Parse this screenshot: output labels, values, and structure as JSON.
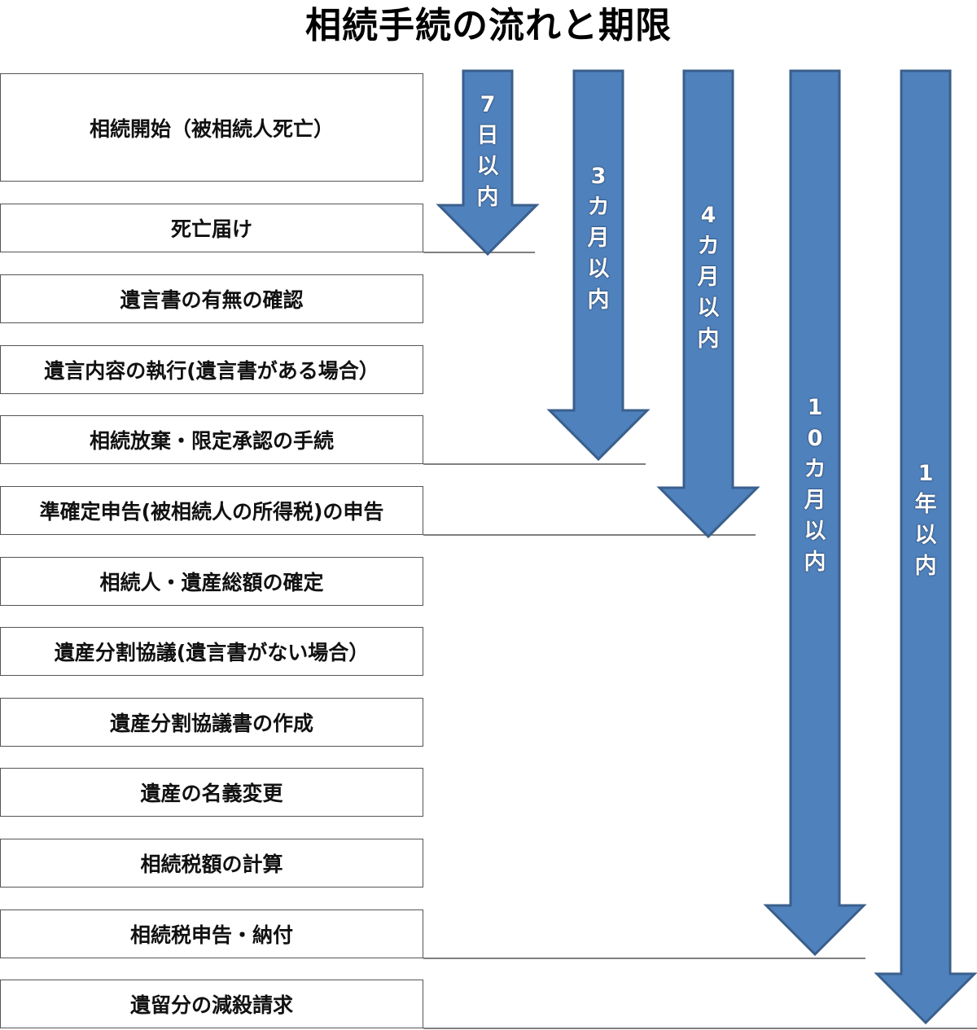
{
  "title": "相続手続の流れと期限",
  "colors": {
    "arrow_fill": "#4f81bd",
    "arrow_stroke": "#3a5f8c",
    "box_border": "#555555",
    "deadline_line": "#555555"
  },
  "steps": [
    {
      "label": "相続開始（被相続人死亡）"
    },
    {
      "label": "死亡届け"
    },
    {
      "label": "遺言書の有無の確認"
    },
    {
      "label": "遺言内容の執行(遺言書がある場合）"
    },
    {
      "label": "相続放棄・限定承認の手続"
    },
    {
      "label": "準確定申告(被相続人の所得税)の申告"
    },
    {
      "label": "相続人・遺産総額の確定"
    },
    {
      "label": "遺産分割協議(遺言書がない場合）"
    },
    {
      "label": "遺産分割協議書の作成"
    },
    {
      "label": "遺産の名義変更"
    },
    {
      "label": "相続税額の計算"
    },
    {
      "label": "相続税申告・納付"
    },
    {
      "label": "遺留分の減殺請求"
    }
  ],
  "deadlines": [
    {
      "label": "7日以内",
      "chars": [
        "7",
        "日",
        "以",
        "内"
      ],
      "ends_after_step": 1
    },
    {
      "label": "3カ月以内",
      "chars": [
        "3",
        "カ",
        "月",
        "以",
        "内"
      ],
      "ends_after_step": 4
    },
    {
      "label": "4カ月以内",
      "chars": [
        "4",
        "カ",
        "月",
        "以",
        "内"
      ],
      "ends_after_step": 5
    },
    {
      "label": "10カ月以内",
      "chars": [
        "1",
        "0",
        "カ",
        "月",
        "以",
        "内"
      ],
      "ends_after_step": 11
    },
    {
      "label": "1年以内",
      "chars": [
        "1",
        "年",
        "以",
        "内"
      ],
      "ends_after_step": 12
    }
  ]
}
